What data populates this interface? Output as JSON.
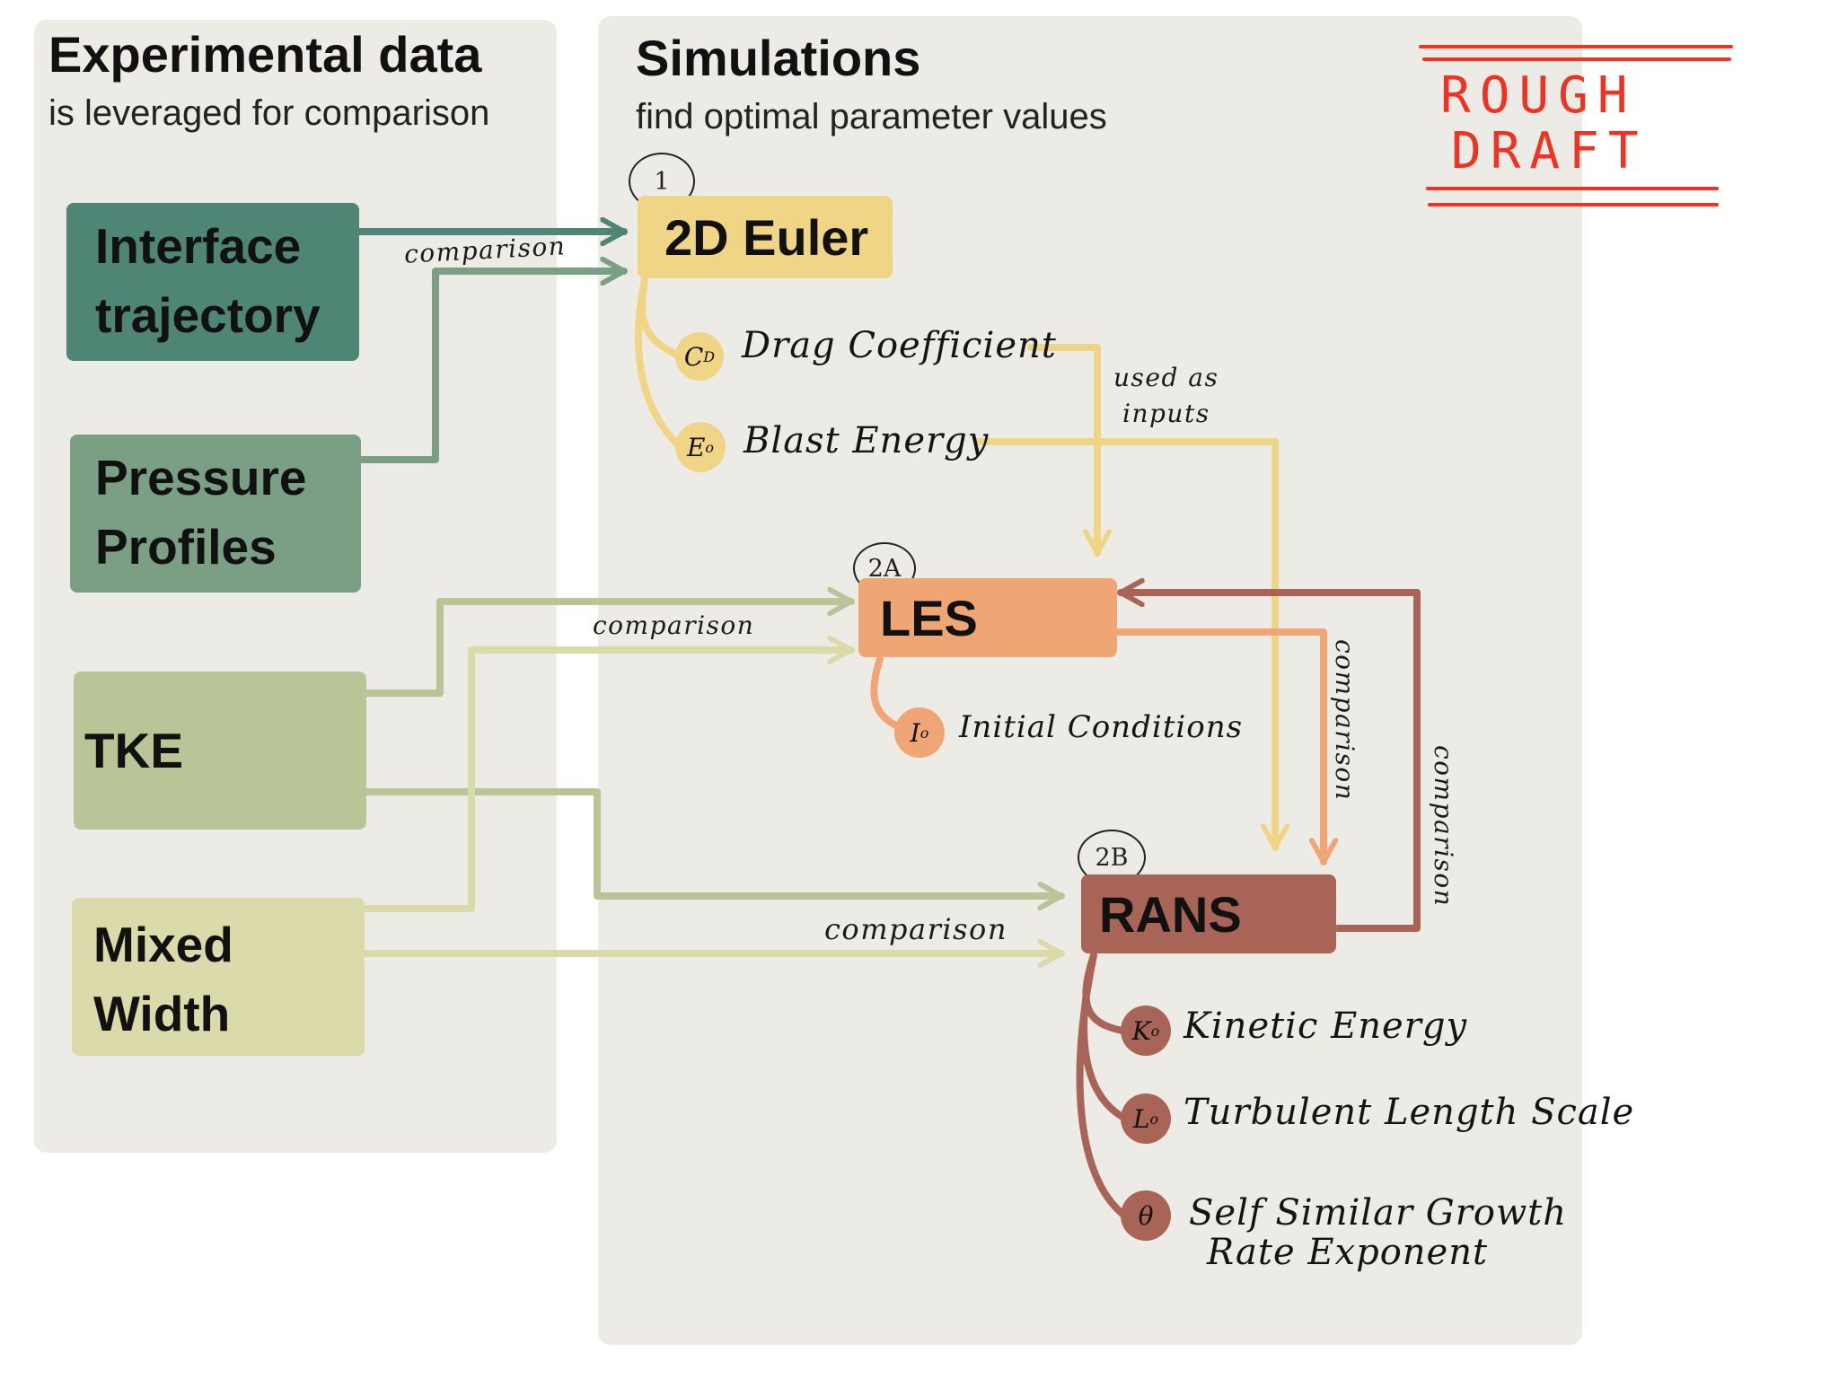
{
  "experimental": {
    "title": "Experimental data",
    "subtitle": "is leveraged for comparison",
    "items": [
      {
        "line1": "Interface",
        "line2": "trajectory",
        "color": "#4e8574"
      },
      {
        "line1": "Pressure",
        "line2": "Profiles",
        "color": "#7a9f84"
      },
      {
        "line1": "TKE",
        "line2": "",
        "color": "#b9c597"
      },
      {
        "line1": "Mixed",
        "line2": "Width",
        "color": "#dadaab"
      }
    ]
  },
  "simulations": {
    "title": "Simulations",
    "subtitle": "find optimal parameter values",
    "euler": {
      "step": "1",
      "label": "2D Euler",
      "color": "#f1d587"
    },
    "les": {
      "step": "2A",
      "label": "LES",
      "color": "#f0a575"
    },
    "rans": {
      "step": "2B",
      "label": "RANS",
      "color": "#a86456"
    }
  },
  "parameters": {
    "euler": [
      {
        "symbol": "C",
        "sub": "D",
        "label": "Drag Coefficient"
      },
      {
        "symbol": "E",
        "sub": "o",
        "label": "Blast Energy"
      }
    ],
    "les": [
      {
        "symbol": "I",
        "sub": "o",
        "label": "Initial Conditions"
      }
    ],
    "rans": [
      {
        "symbol": "K",
        "sub": "o",
        "label": "Kinetic Energy"
      },
      {
        "symbol": "L",
        "sub": "o",
        "label": "Turbulent Length Scale"
      },
      {
        "symbol": "θ",
        "sub": "",
        "label": "Self Similar Growth",
        "label2": "Rate Exponent"
      }
    ]
  },
  "edge_labels": {
    "comparison": "comparison",
    "used_as": "used as",
    "inputs": "inputs"
  },
  "draft": {
    "line1": "ROUGH",
    "line2": "DRAFT"
  },
  "colors": {
    "panel": "#edebe6",
    "teal": "#4e8574",
    "sage": "#7a9f84",
    "olive": "#b9c597",
    "khaki": "#dadaab",
    "yellow": "#f1d587",
    "orange": "#f0a575",
    "brick": "#a86456",
    "red": "#ee3322"
  }
}
